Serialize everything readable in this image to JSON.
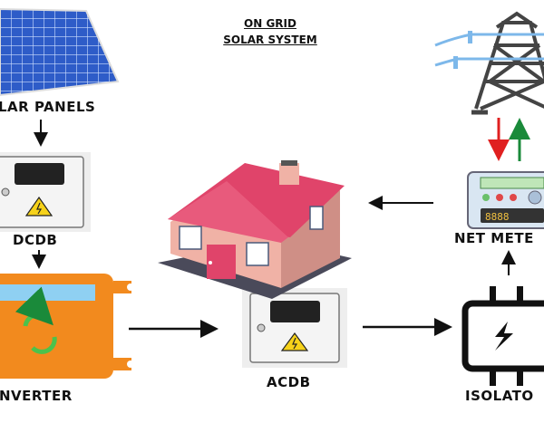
{
  "title": {
    "line1": "ON GRID",
    "line2": "SOLAR SYSTEM"
  },
  "components": {
    "solar_panels": "LAR PANELS",
    "dcdb": "DCDB",
    "inverter": "NVERTER",
    "acdb": "ACDB",
    "isolator": "ISOLATO",
    "net_meter": "NET METE"
  },
  "colors": {
    "import_arrow": "#e02020",
    "export_arrow": "#1a8a3a",
    "inverter": "#f28a1e",
    "roof": "#e0446a",
    "panel": "#2e5cc8"
  }
}
